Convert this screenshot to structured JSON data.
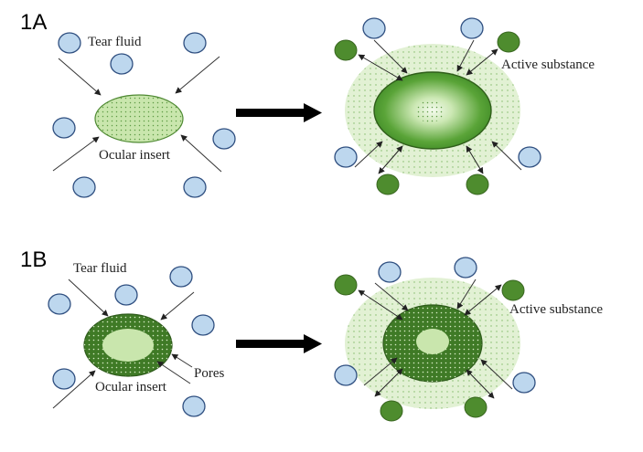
{
  "panels": {
    "a": {
      "label": "1A",
      "tear_label": "Tear fluid",
      "insert_label": "Ocular insert",
      "active_label": "Active substance"
    },
    "b": {
      "label": "1B",
      "tear_label": "Tear fluid",
      "insert_label": "Ocular insert",
      "pores_label": "Pores",
      "active_label": "Active substance"
    }
  },
  "colors": {
    "tear_fill": "#bdd7ee",
    "tear_stroke": "#2f4f80",
    "drug": "#4e8c2e",
    "insert_light": "#c9e6ad",
    "insert_dark": "#3f7a26",
    "halo": "#e2f1d4",
    "arrow": "#000000"
  }
}
